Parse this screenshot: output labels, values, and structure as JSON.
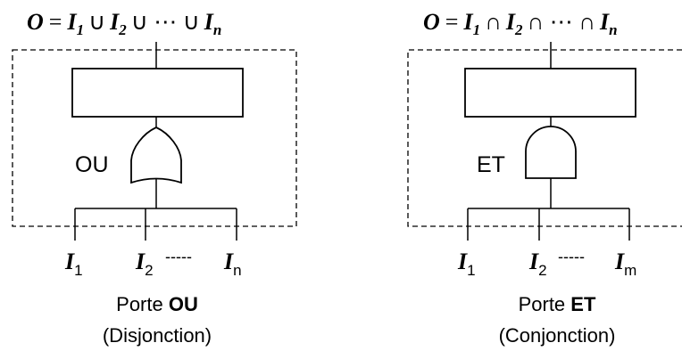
{
  "diagrams": [
    {
      "formula": {
        "lhs": "O",
        "eq": "=",
        "t1": "I",
        "s1": "1",
        "op1": "∪",
        "t2": "I",
        "s2": "2",
        "op2": "∪ ⋯ ∪",
        "t3": "I",
        "s3": "n"
      },
      "gate_label": "OU",
      "inputs": [
        {
          "letter": "I",
          "sub": "1"
        },
        {
          "letter": "I",
          "sub": "2"
        },
        {
          "letter": "I",
          "sub": "n"
        }
      ],
      "input_ellipsis": "-----",
      "caption": {
        "prefix": "Porte ",
        "bold": "OU",
        "line2": "(Disjonction)"
      }
    },
    {
      "formula": {
        "lhs": "O",
        "eq": "=",
        "t1": "I",
        "s1": "1",
        "op1": "∩",
        "t2": "I",
        "s2": "2",
        "op2": "∩ ⋯ ∩",
        "t3": "I",
        "s3": "n"
      },
      "gate_label": "ET",
      "inputs": [
        {
          "letter": "I",
          "sub": "1"
        },
        {
          "letter": "I",
          "sub": "2"
        },
        {
          "letter": "I",
          "sub": "m"
        }
      ],
      "input_ellipsis": "-----",
      "caption": {
        "prefix": "Porte ",
        "bold": "ET",
        "line2": "(Conjonction)"
      }
    }
  ]
}
